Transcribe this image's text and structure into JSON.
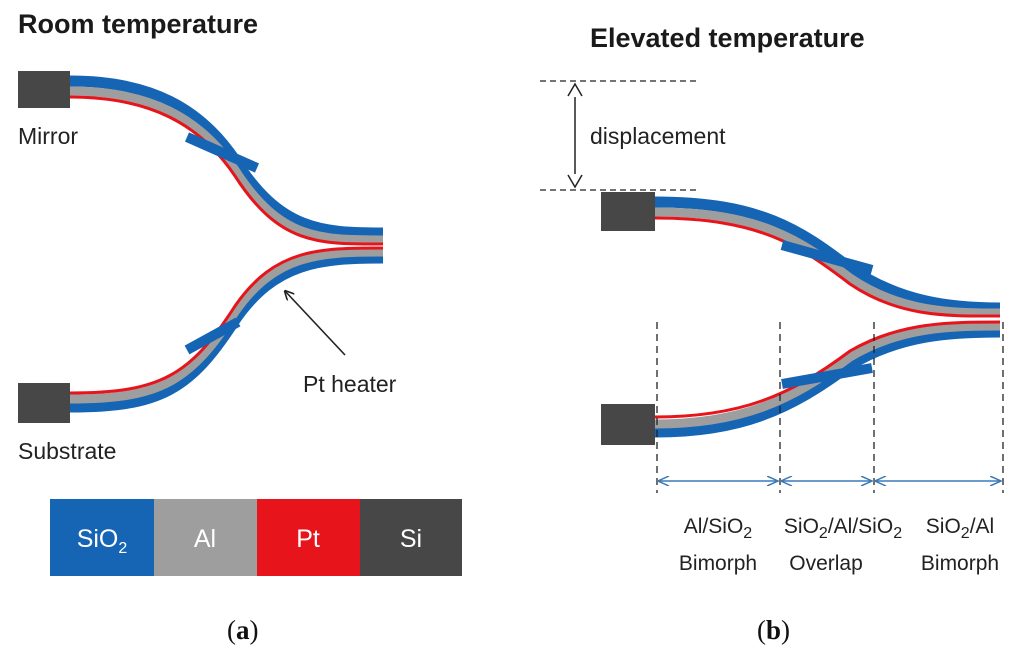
{
  "colors": {
    "sio2": "#1565b4",
    "al": "#9e9e9e",
    "pt": "#e8141b",
    "si": "#474747",
    "dim": "#3b78b8"
  },
  "panel_a": {
    "title": "Room temperature",
    "mirror_label": "Mirror",
    "substrate_label": "Substrate",
    "heater_label": "Pt heater",
    "legend": {
      "sio2_main": "SiO",
      "sio2_sub": "2",
      "al": "Al",
      "pt": "Pt",
      "si": "Si"
    },
    "caption_open": "(",
    "caption_letter": "a",
    "caption_close": ")"
  },
  "panel_b": {
    "title": "Elevated temperature",
    "displacement_label": "displacement",
    "segments": [
      {
        "line1_a": "Al/SiO",
        "line1_sub": "2",
        "line1_b": "",
        "line1_sub2": "",
        "line2": "Bimorph"
      },
      {
        "line1_a": "SiO",
        "line1_sub": "2",
        "line1_b": "/Al/SiO",
        "line1_sub2": "2",
        "line2": "Overlap"
      },
      {
        "line1_a": "SiO",
        "line1_sub": "2",
        "line1_b": "/Al",
        "line1_sub2": "",
        "line2": "Bimorph"
      }
    ],
    "caption_open": "(",
    "caption_letter": "b",
    "caption_close": ")"
  }
}
